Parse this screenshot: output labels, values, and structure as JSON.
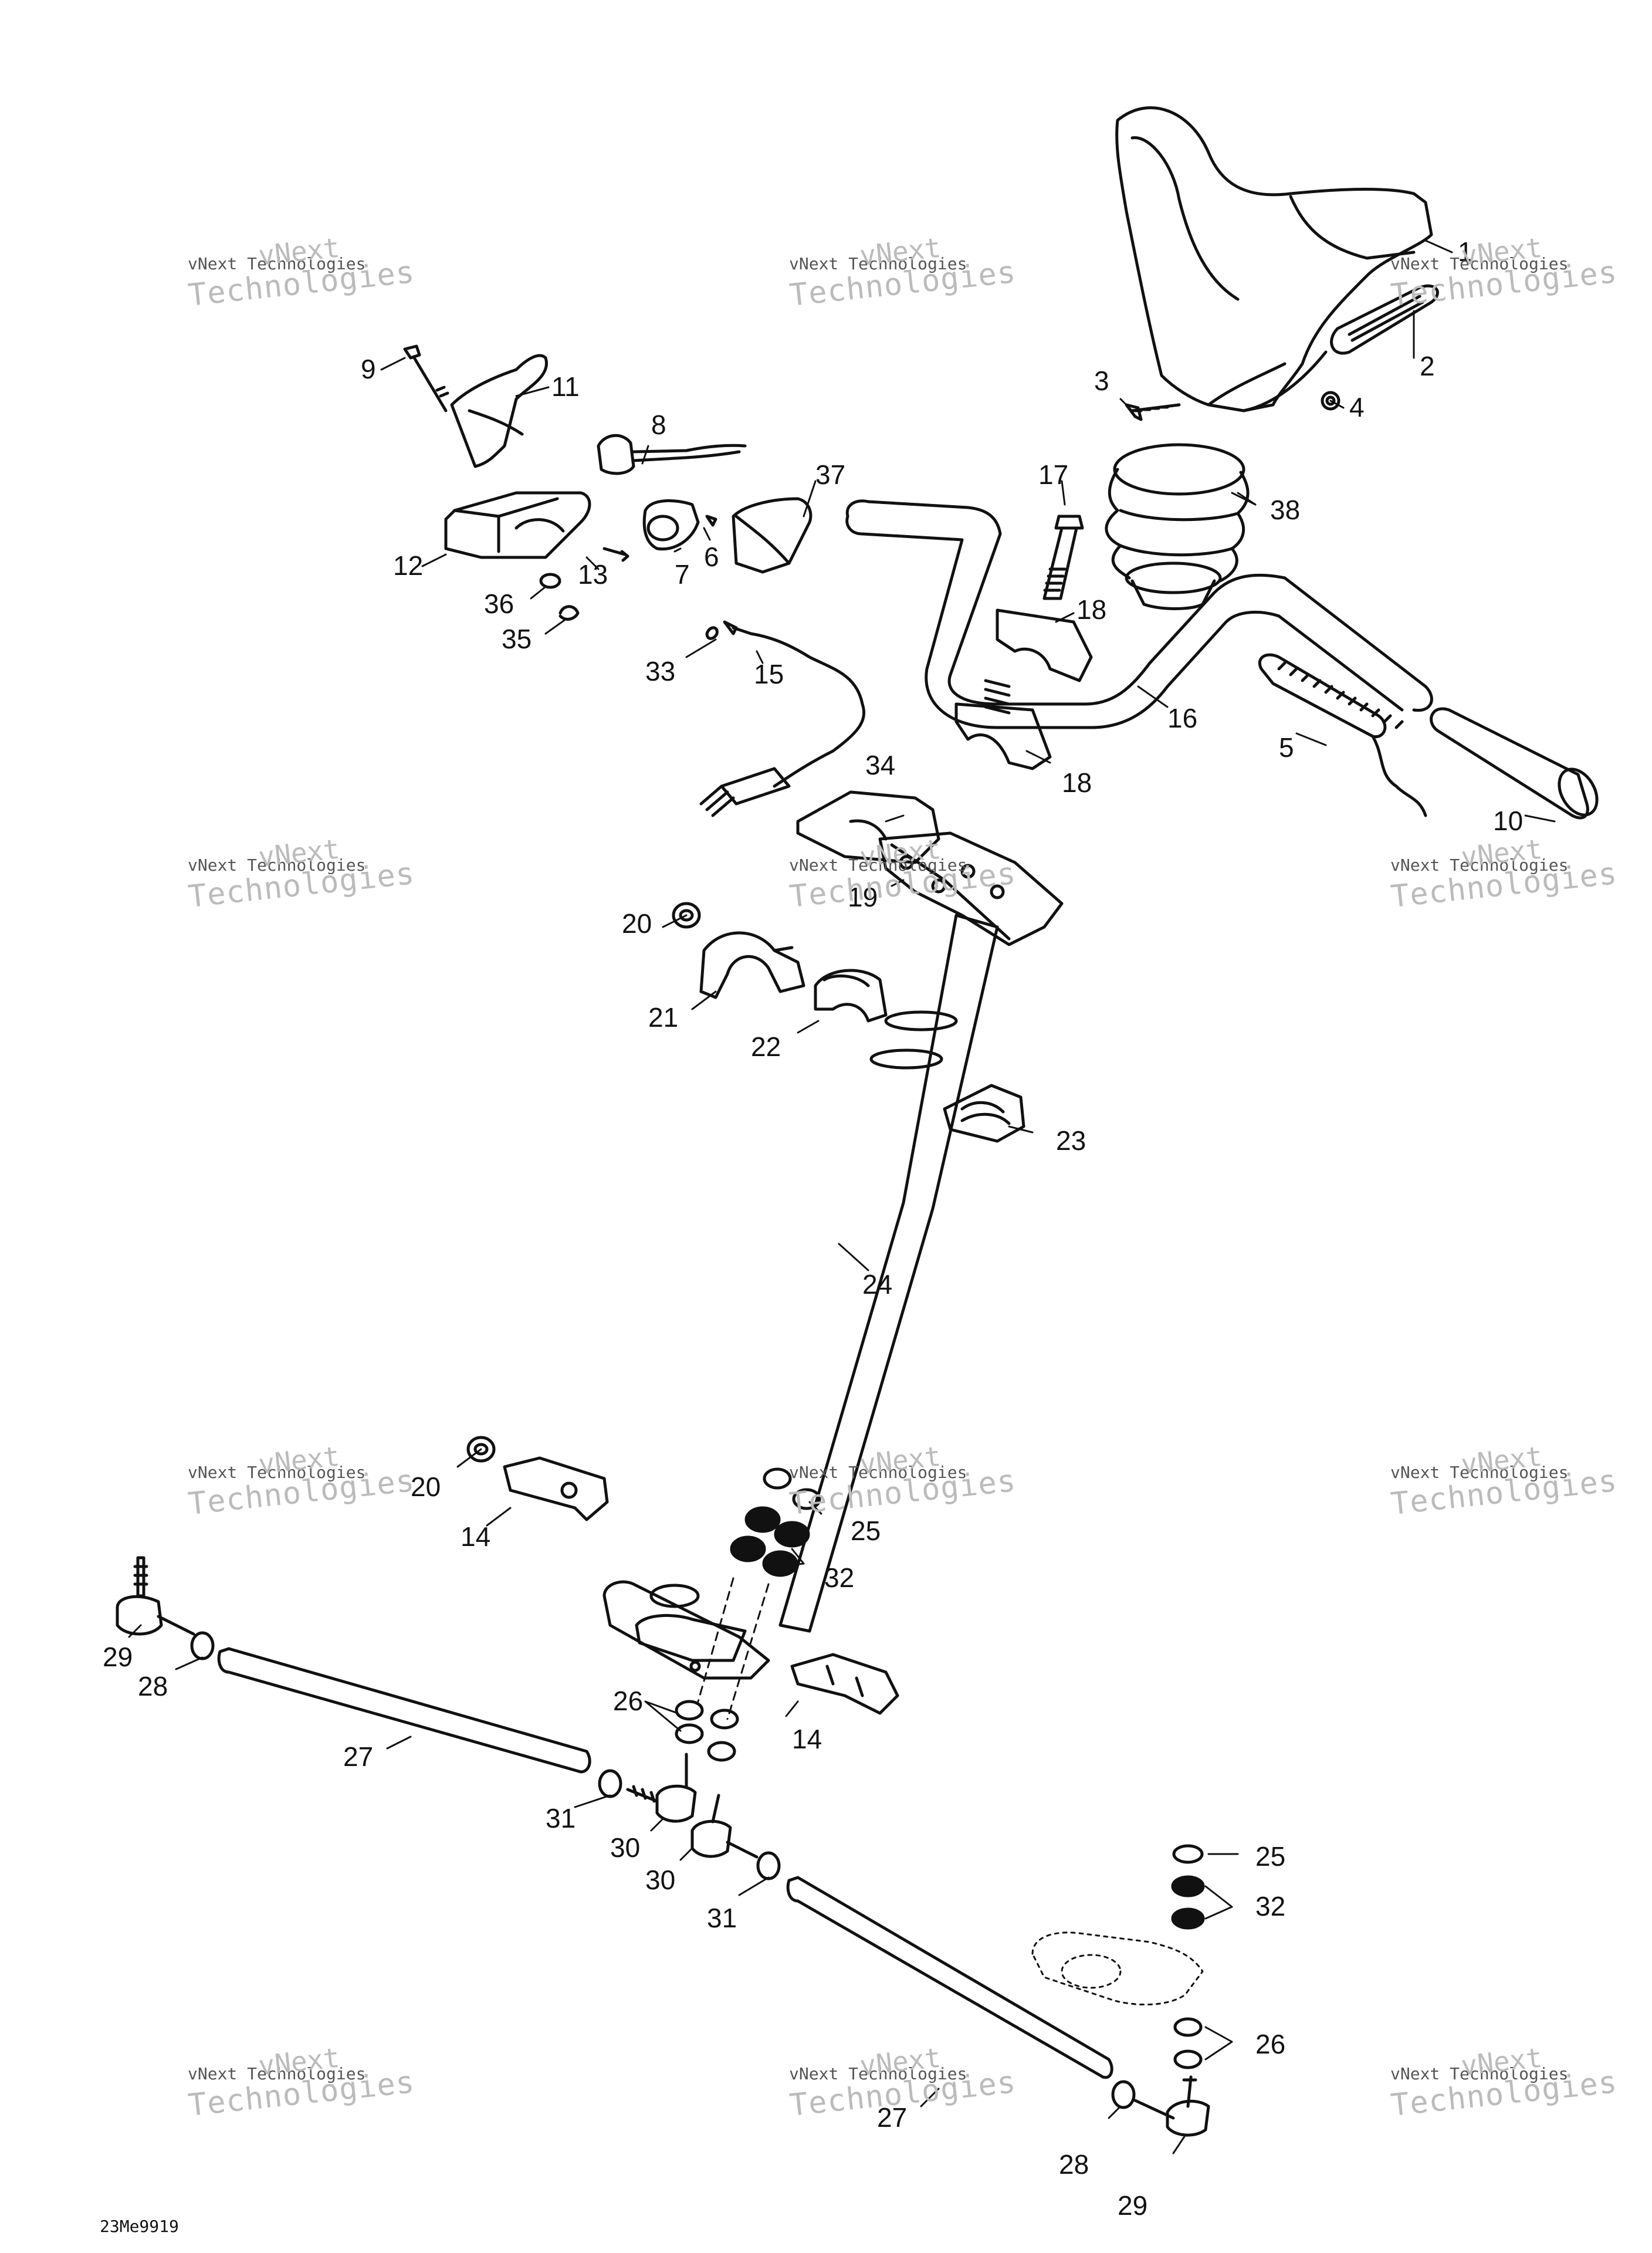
{
  "diagram": {
    "code": "23Me9919",
    "watermark_line1": "vNext Technologies",
    "watermark_line2": "Technologies",
    "watermark_line0": "vNext"
  },
  "labels": [
    "1",
    "2",
    "3",
    "4",
    "5",
    "6",
    "7",
    "8",
    "9",
    "10",
    "11",
    "12",
    "13",
    "14",
    "14",
    "15",
    "16",
    "17",
    "18",
    "18",
    "19",
    "20",
    "20",
    "21",
    "22",
    "23",
    "24",
    "25",
    "25",
    "26",
    "26",
    "27",
    "27",
    "28",
    "28",
    "29",
    "29",
    "30",
    "30",
    "31",
    "31",
    "32",
    "32",
    "33",
    "34",
    "35",
    "36",
    "37",
    "38"
  ]
}
